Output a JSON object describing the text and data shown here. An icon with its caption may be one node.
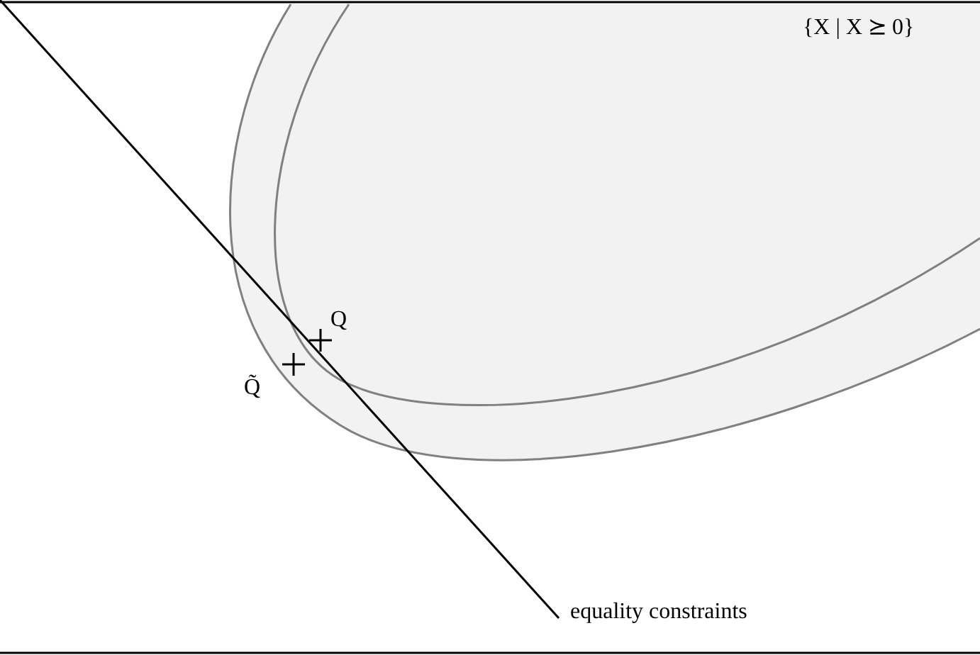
{
  "diagram": {
    "labels": [
      "{X | X ⪰ 0}",
      "Q",
      "Q̃",
      "equality constraints"
    ]
  }
}
